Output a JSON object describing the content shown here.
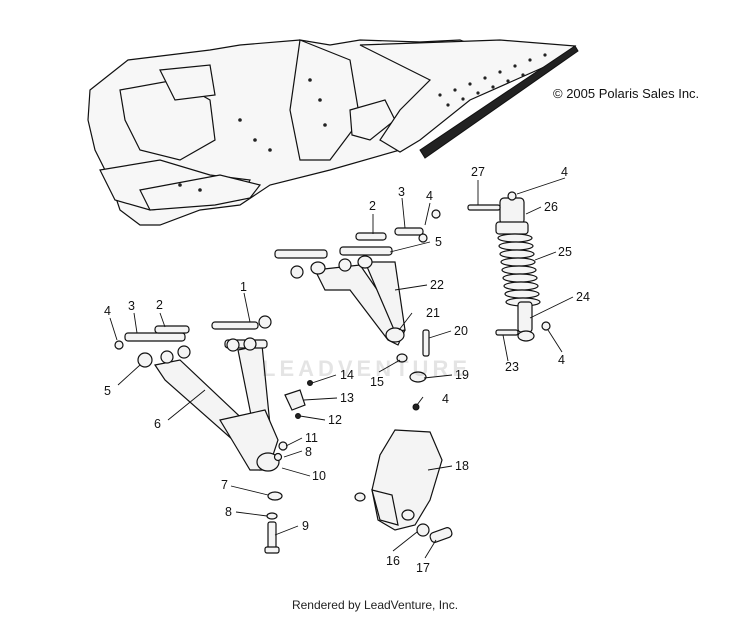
{
  "copyright": "© 2005 Polaris Sales Inc.",
  "footer": "Rendered by LeadVenture, Inc.",
  "watermark": "LEADVENTURE",
  "callouts": [
    {
      "id": "c1",
      "text": "1"
    },
    {
      "id": "c2a",
      "text": "2"
    },
    {
      "id": "c2b",
      "text": "2"
    },
    {
      "id": "c3a",
      "text": "3"
    },
    {
      "id": "c3b",
      "text": "3"
    },
    {
      "id": "c4a",
      "text": "4"
    },
    {
      "id": "c4b",
      "text": "4"
    },
    {
      "id": "c4c",
      "text": "4"
    },
    {
      "id": "c4d",
      "text": "4"
    },
    {
      "id": "c4e",
      "text": "4"
    },
    {
      "id": "c5a",
      "text": "5"
    },
    {
      "id": "c5b",
      "text": "5"
    },
    {
      "id": "c6",
      "text": "6"
    },
    {
      "id": "c7",
      "text": "7"
    },
    {
      "id": "c8a",
      "text": "8"
    },
    {
      "id": "c8b",
      "text": "8"
    },
    {
      "id": "c9",
      "text": "9"
    },
    {
      "id": "c10",
      "text": "10"
    },
    {
      "id": "c11",
      "text": "11"
    },
    {
      "id": "c12",
      "text": "12"
    },
    {
      "id": "c13",
      "text": "13"
    },
    {
      "id": "c14",
      "text": "14"
    },
    {
      "id": "c15",
      "text": "15"
    },
    {
      "id": "c16",
      "text": "16"
    },
    {
      "id": "c17",
      "text": "17"
    },
    {
      "id": "c18",
      "text": "18"
    },
    {
      "id": "c19",
      "text": "19"
    },
    {
      "id": "c20",
      "text": "20"
    },
    {
      "id": "c21",
      "text": "21"
    },
    {
      "id": "c22",
      "text": "22"
    },
    {
      "id": "c23",
      "text": "23"
    },
    {
      "id": "c24",
      "text": "24"
    },
    {
      "id": "c25",
      "text": "25"
    },
    {
      "id": "c26",
      "text": "26"
    },
    {
      "id": "c27",
      "text": "27"
    }
  ]
}
